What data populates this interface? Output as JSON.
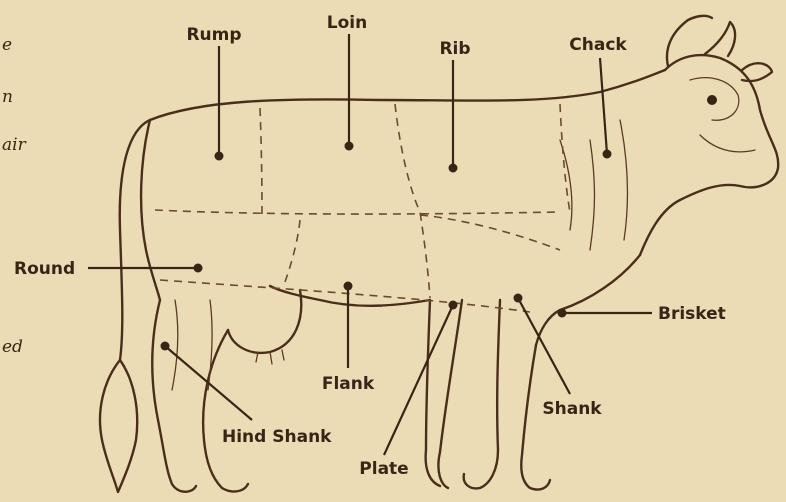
{
  "labels": {
    "rump": "Rump",
    "loin": "Loin",
    "rib": "Rib",
    "chack": "Chack",
    "round": "Round",
    "brisket": "Brisket",
    "flank": "Flank",
    "hind_shank": "Hind Shank",
    "plate": "Plate",
    "shank": "Shank"
  },
  "margin_text": [
    "e",
    "n",
    "air",
    "",
    "",
    "",
    "ed"
  ],
  "colors": {
    "background": "#ecdcb5",
    "ink": "#3a2416"
  }
}
